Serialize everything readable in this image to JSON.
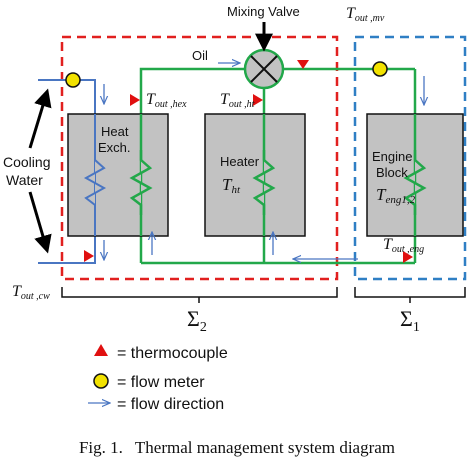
{
  "colors": {
    "oil_loop": "#22a84a",
    "water": "#4a76c2",
    "sigma2_border": "#e1201f",
    "sigma1_border": "#2f7fc4",
    "component_fill": "#c2c2c2",
    "thermocouple": "#e01010",
    "flow_meter_fill": "#f2e200",
    "flow_arrow": "#4a76c2"
  },
  "labels": {
    "mixing_valve": "Mixing Valve",
    "oil": "Oil",
    "cooling_water_line1": "Cooling",
    "cooling_water_line2": "Water",
    "heat_exch_line1": "Heat",
    "heat_exch_line2": "Exch.",
    "heater": "Heater",
    "heater_symbol_main": "T",
    "heater_symbol_sub": "ht",
    "engine_line1": "Engine",
    "engine_line2": "Block",
    "engine_symbol_main": "T",
    "engine_symbol_sub": "eng1,2",
    "t_out_mv_main": "T",
    "t_out_mv_sub": "out ,mv",
    "t_out_hex_main": "T",
    "t_out_hex_sub": "out ,hex",
    "t_out_ht_main": "T",
    "t_out_ht_sub": "out ,ht",
    "t_out_eng_main": "T",
    "t_out_eng_sub": "out ,eng",
    "t_out_cw_main": "T",
    "t_out_cw_sub": "out ,cw",
    "sigma2_main": "Σ",
    "sigma2_sub": "2",
    "sigma1_main": "Σ",
    "sigma1_sub": "1"
  },
  "legend": {
    "thermocouple": "= thermocouple",
    "flow_meter": "= flow meter",
    "flow_direction": "= flow direction"
  },
  "caption": {
    "number": "Fig. 1.",
    "text": "Thermal management system diagram"
  }
}
